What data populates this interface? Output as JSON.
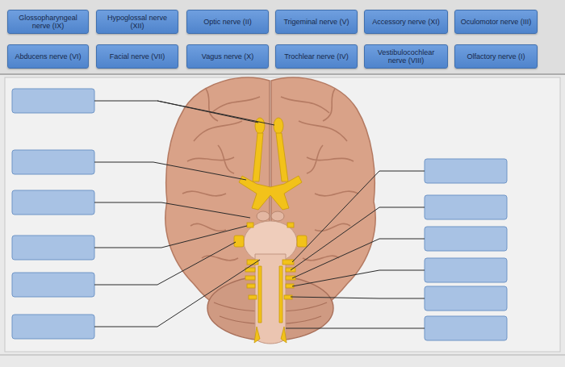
{
  "diagram": {
    "nodes": [
      {
        "text": [
          "Glossopharyngeal nerve (IX)"
        ]
      },
      {
        "text": [
          "Hypoglossal nerve (XII)"
        ]
      },
      {
        "text": [
          "Optic nerve (II)"
        ]
      },
      {
        "text": [
          "Trigeminal nerve (V)"
        ]
      },
      {
        "text": [
          "Accessory nerve (XI)"
        ]
      },
      {
        "text": [
          "Oculomotor nerve (III)"
        ]
      },
      {
        "text": [
          "Abducens nerve (VI)"
        ]
      },
      {
        "text": [
          "Facial nerve (VII)"
        ]
      },
      {
        "text": [
          "Vagus nerve (X)"
        ]
      },
      {
        "text": [
          "Trochlear nerve (IV)"
        ]
      },
      {
        "text": [
          "Vestibulocochlear nerve (VIII)"
        ]
      },
      {
        "text": [
          "Olfactory nerve (I)"
        ]
      }
    ]
  }
}
